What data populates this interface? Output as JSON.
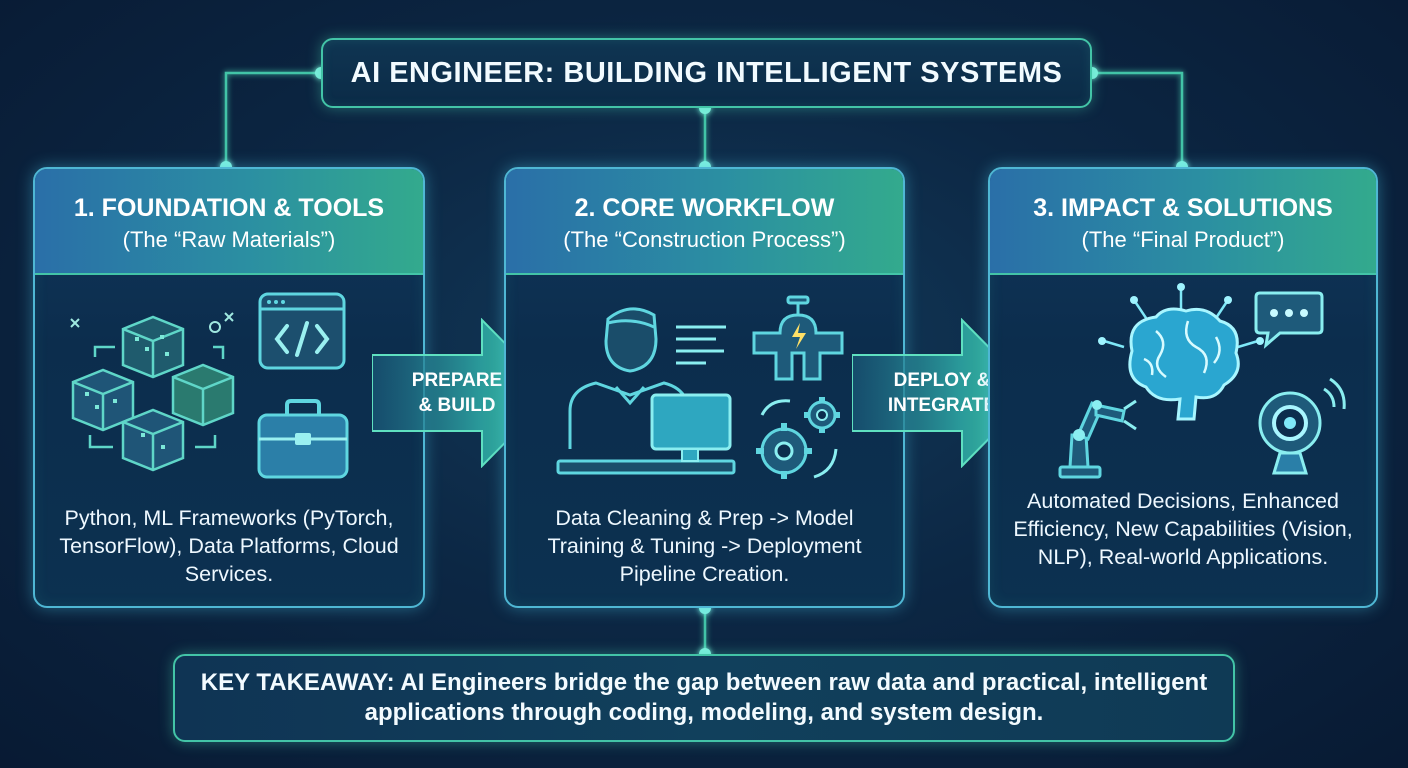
{
  "title": "AI ENGINEER: BUILDING INTELLIGENT SYSTEMS",
  "panels": [
    {
      "title": "1. FOUNDATION & TOOLS",
      "subtitle": "(The “Raw Materials”)",
      "description": "Python, ML Frameworks (PyTorch, TensorFlow), Data Platforms, Cloud Services.",
      "icons": [
        "data-cubes-icon",
        "code-window-icon",
        "toolbox-icon"
      ]
    },
    {
      "title": "2. CORE WORKFLOW",
      "subtitle": "(The “Construction Process”)",
      "description": "Data Cleaning & Prep -> Model Training & Tuning -> Deployment Pipeline Creation.",
      "icons": [
        "engineer-at-computer-icon",
        "pipeline-valve-icon",
        "gears-icon"
      ]
    },
    {
      "title": "3. IMPACT & SOLUTIONS",
      "subtitle": "(The “Final Product”)",
      "description": "Automated Decisions, Enhanced Efficiency, New Capabilities (Vision, NLP), Real-world Applications.",
      "icons": [
        "brain-icon",
        "chat-bubble-icon",
        "robot-arm-icon",
        "camera-icon"
      ]
    }
  ],
  "arrows": [
    {
      "label_line1": "PREPARE",
      "label_line2": "& BUILD"
    },
    {
      "label_line1": "DEPLOY &",
      "label_line2": "INTEGRATE"
    }
  ],
  "takeaway": "KEY TAKEAWAY: AI Engineers bridge the gap between raw data and practical, intelligent applications through coding, modeling, and system design.",
  "colors": {
    "background": "#0c2744",
    "accent_teal": "#43c4a7",
    "accent_blue": "#4fb7d4",
    "header_gradient_start": "#2a6fa8",
    "header_gradient_end": "#33aa8d"
  }
}
